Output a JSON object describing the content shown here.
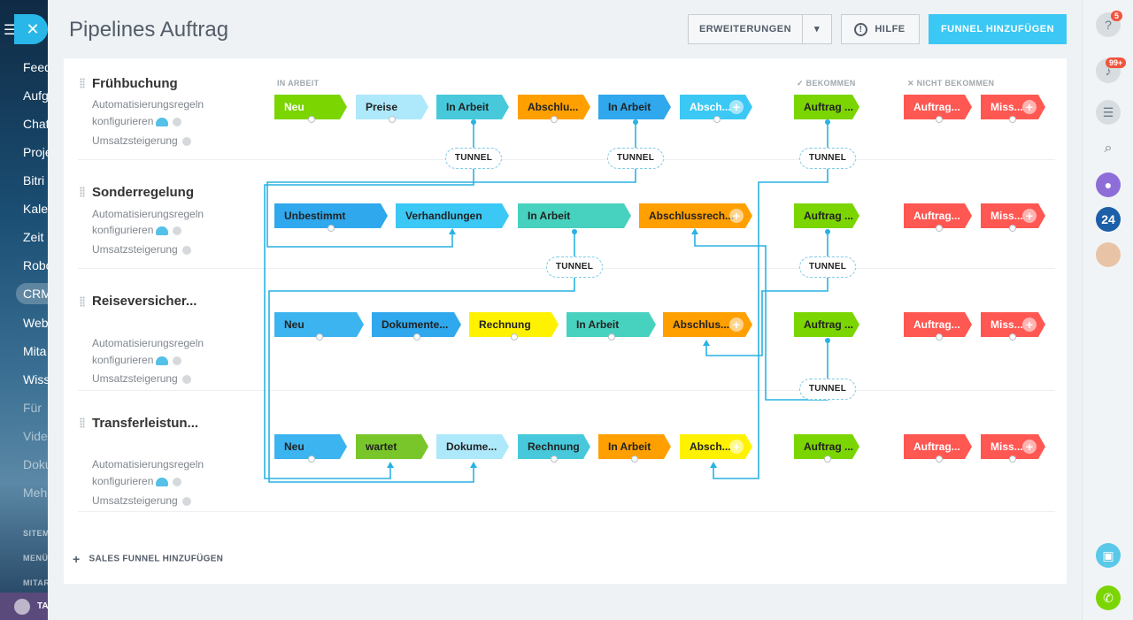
{
  "page_title": "Pipelines Auftrag",
  "header": {
    "extensions_label": "ERWEITERUNGEN",
    "help_label": "HILFE",
    "add_funnel_label": "FUNNEL HINZUFÜGEN"
  },
  "leftbar": {
    "items": [
      "Feed",
      "Aufg",
      "Chat",
      "Proje",
      "Bitri",
      "Kale",
      "Zeit",
      "Robo",
      "CRM",
      "Web",
      "Mita",
      "Wiss",
      "Für",
      "Vide",
      "Doku",
      "Meh"
    ],
    "small": [
      "SITEMA",
      "MENÜ",
      "MITAR"
    ],
    "bottom_label": "TA"
  },
  "rightbar": {
    "help_badge": "5",
    "notif_badge": "99+",
    "counter_label": "24"
  },
  "group_labels": {
    "in_work": "IN ARBEIT",
    "won": "BEKOMMEN",
    "lost": "NICHT BEKOMMEN"
  },
  "tunnel_label": "TUNNEL",
  "link_labels": {
    "automation_1": "Automatisierungsregeln",
    "automation_2": "konfigurieren",
    "sales_increase": "Umsatzsteigerung"
  },
  "funnels": [
    {
      "name": "Frühbuchung",
      "stages": [
        "Neu",
        "Preise",
        "In Arbeit",
        "Abschlu...",
        "In Arbeit",
        "Absch..."
      ],
      "won": "Auftrag ...",
      "lost": [
        "Auftrag...",
        "Miss..."
      ]
    },
    {
      "name": "Sonderregelung",
      "stages": [
        "Unbestimmt",
        "Verhandlungen",
        "In Arbeit",
        "Abschlussrech..."
      ],
      "won": "Auftrag ...",
      "lost": [
        "Auftrag...",
        "Miss..."
      ]
    },
    {
      "name": "Reiseversicher...",
      "stages": [
        "Neu",
        "Dokumente...",
        "Rechnung",
        "In Arbeit",
        "Abschlus..."
      ],
      "won": "Auftrag ...",
      "lost": [
        "Auftrag...",
        "Miss..."
      ]
    },
    {
      "name": "Transferleistun...",
      "stages": [
        "Neu",
        "wartet",
        "Dokume...",
        "Rechnung",
        "In Arbeit",
        "Absch..."
      ],
      "won": "Auftrag ...",
      "lost": [
        "Auftrag...",
        "Miss..."
      ]
    }
  ],
  "add_sales_funnel": "SALES FUNNEL HINZUFÜGEN",
  "colors": {
    "accent": "#3bc8f5",
    "green": "#7bd500",
    "red": "#ff5752",
    "orange": "#ff9f00",
    "blue": "#2fa8ed",
    "teal": "#47d1bf",
    "light_blue": "#aee8fb",
    "yellow": "#fff200",
    "olive": "#79c62b",
    "line": "#29b2e4"
  }
}
